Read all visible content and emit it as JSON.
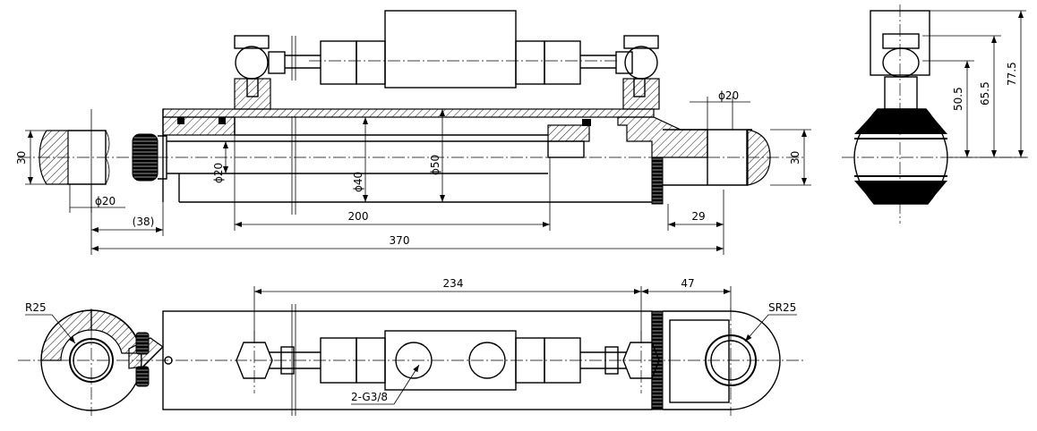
{
  "front_view": {
    "dims": {
      "d_length_total": "370",
      "d_stroke": "200",
      "d_ref": "(38)",
      "d_eye_right": "29",
      "d_pin_left": "ϕ20",
      "d_pin_right": "ϕ20",
      "d_rod": "ϕ20",
      "d_piston": "ϕ40",
      "d_tube": "ϕ50",
      "d_eye_width_left": "30",
      "d_eye_width_right": "30"
    }
  },
  "side_view": {
    "dims": {
      "h1": "50.5",
      "h2": "65.5",
      "h3": "77.5"
    }
  },
  "top_view": {
    "dims": {
      "d_ports": "234",
      "d_port_to_eye": "47",
      "r_left": "R25",
      "r_right": "SR25",
      "port_thread": "2-G3/8"
    }
  }
}
